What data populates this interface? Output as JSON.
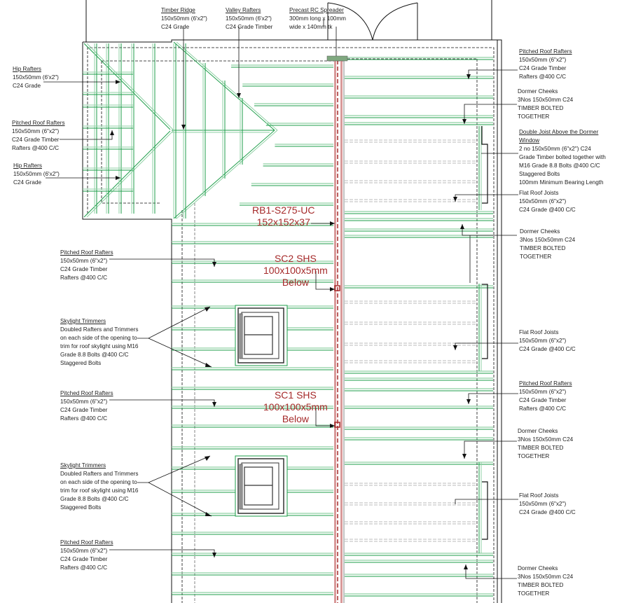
{
  "drawing": {
    "title": "Roof framing plan",
    "colors": {
      "timber": "#1e9e4a",
      "timber_light": "#8fd0a4",
      "steel": "#a52a2a",
      "steel_fill": "#d99a9a",
      "linework": "#111111",
      "hidden": "#bbbbbb",
      "spreader": "#7fa87f"
    }
  },
  "annotations_left": [
    {
      "title": "Hip Rafters",
      "lines": [
        "150x50mm (6'x2\")",
        "C24 Grade"
      ]
    },
    {
      "title": "Pitched Roof Rafters",
      "lines": [
        "150x50mm (6\"x2\")",
        "C24 Grade Timber",
        "Rafters @400 C/C"
      ]
    },
    {
      "title": "Hip Rafters",
      "lines": [
        "150x50mm (6'x2\")",
        "C24 Grade"
      ]
    },
    {
      "title": "Pitched Roof Rafters",
      "lines": [
        "150x50mm (6\"x2\")",
        "C24 Grade Timber",
        "Rafters @400 C/C"
      ]
    },
    {
      "title": "Skylight Trimmers",
      "lines": [
        "Doubled Rafters and Trimmers",
        "on each side of the opening to",
        "trim for roof skylight using M16",
        "Grade 8.8 Bolts @400 C/C",
        "Staggered Bolts"
      ]
    },
    {
      "title": "Pitched Roof Rafters",
      "lines": [
        "150x50mm (6\"x2\")",
        "C24 Grade Timber",
        "Rafters @400 C/C"
      ]
    },
    {
      "title": "Skylight Trimmers",
      "lines": [
        "Doubled Rafters and Trimmers",
        "on each side of the opening to",
        "trim for roof skylight using M16",
        "Grade 8.8 Bolts @400 C/C",
        "Staggered Bolts"
      ]
    },
    {
      "title": "Pitched Roof Rafters",
      "lines": [
        "150x50mm (6\"x2\")",
        "C24 Grade Timber",
        "Rafters @400 C/C"
      ]
    }
  ],
  "annotations_top": [
    {
      "title": "Timber Ridge",
      "lines": [
        "150x50mm (6'x2\")",
        "C24 Grade"
      ]
    },
    {
      "title": "Valley Rafters",
      "lines": [
        "150x50mm (6'x2\")",
        "C24 Grade Timber"
      ]
    },
    {
      "title": "Precast RC Spreader",
      "lines": [
        "300mm long  x 100mm",
        "wide x 140mm tk"
      ]
    }
  ],
  "annotations_right": [
    {
      "title": "Pitched Roof Rafters",
      "underline": true,
      "lines": [
        "150x50mm (6\"x2\")",
        "C24 Grade Timber",
        "Rafters @400 C/C"
      ]
    },
    {
      "title": "Dormer Cheeks",
      "underline": false,
      "lines": [
        "3Nos 150x50mm C24",
        "TIMBER BOLTED",
        "TOGETHER"
      ]
    },
    {
      "title": "Double Joist Above the Dormer",
      "title2": "Window",
      "underline": true,
      "lines": [
        "2 no 150x50mm (6\"x2\") C24",
        "Grade Timber bolted together with",
        "M16 Grade 8.8 Bolts @400 C/C",
        "Staggered Bolts",
        "100mm Minimum Bearing Length"
      ]
    },
    {
      "title": "Flat Roof Joists",
      "underline": false,
      "lines": [
        "150x50mm (6\"x2\")",
        "C24 Grade @400 C/C"
      ]
    },
    {
      "title": "Dormer Cheeks",
      "underline": false,
      "lines": [
        "3Nos 150x50mm C24",
        "TIMBER BOLTED",
        "TOGETHER"
      ]
    },
    {
      "title": "Flat Roof Joists",
      "underline": false,
      "lines": [
        "150x50mm (6\"x2\")",
        "C24 Grade @400 C/C"
      ]
    },
    {
      "title": "Pitched Roof Rafters",
      "underline": true,
      "lines": [
        "150x50mm (6\"x2\")",
        "C24 Grade Timber",
        "Rafters @400 C/C"
      ]
    },
    {
      "title": "Dormer Cheeks",
      "underline": false,
      "lines": [
        "3Nos 150x50mm C24",
        "TIMBER BOLTED",
        "TOGETHER"
      ]
    },
    {
      "title": "Flat Roof Joists",
      "underline": false,
      "lines": [
        "150x50mm (6\"x2\")",
        "C24 Grade @400 C/C"
      ]
    },
    {
      "title": "Dormer Cheeks",
      "underline": false,
      "lines": [
        "3Nos 150x50mm C24",
        "TIMBER BOLTED",
        "TOGETHER"
      ]
    }
  ],
  "steel_labels": [
    {
      "lines": [
        "RB1-S275-UC",
        "152x152x37"
      ]
    },
    {
      "lines": [
        "SC2 SHS",
        "100x100x5mm",
        "Below"
      ]
    },
    {
      "lines": [
        "SC1 SHS",
        "100x100x5mm",
        "Below"
      ]
    }
  ]
}
